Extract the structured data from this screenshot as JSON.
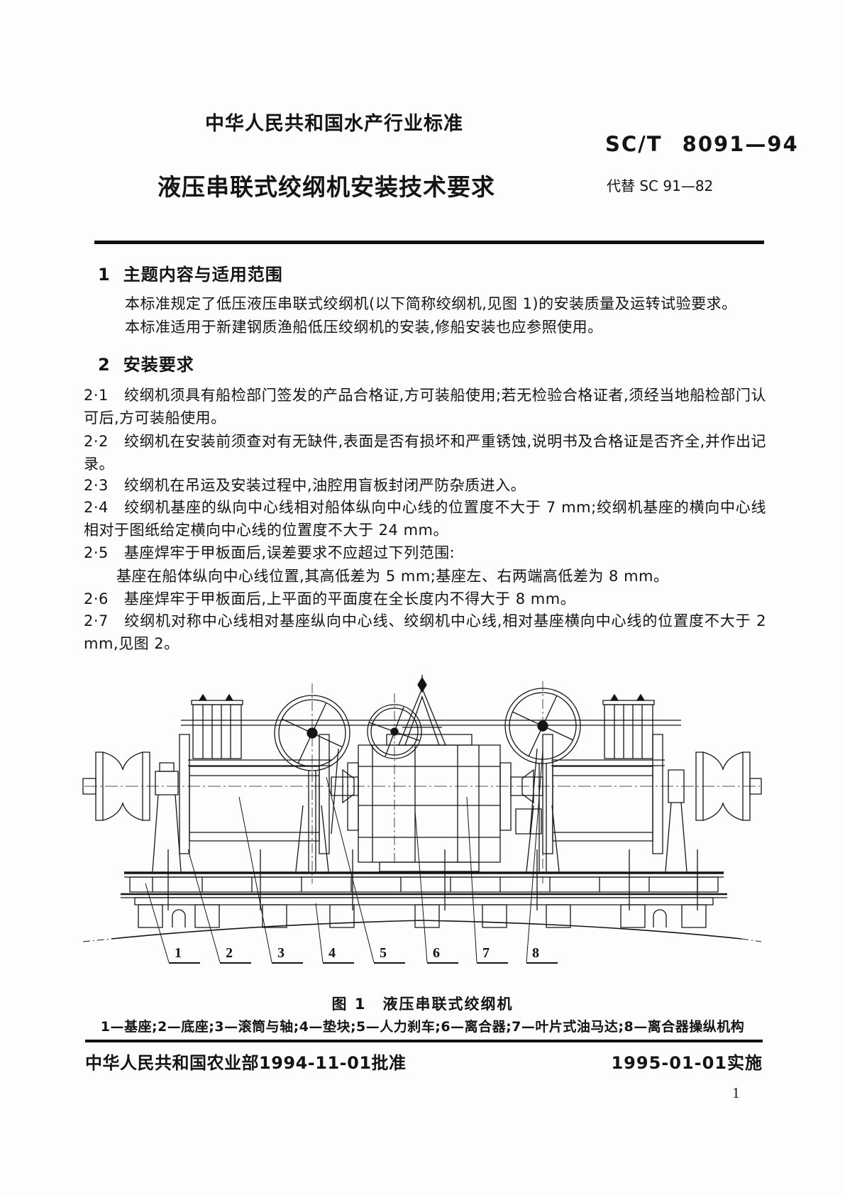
{
  "header": {
    "org_line": "中华人民共和国水产行业标准",
    "code": "SC/T 8091—94",
    "title": "液压串联式绞纲机安装技术要求",
    "replaces": "代替 SC 91—82"
  },
  "section1": {
    "no": "1",
    "heading": "主题内容与适用范围",
    "para1": "本标准规定了低压液压串联式绞纲机(以下简称绞纲机,见图 1)的安装质量及运转试验要求。",
    "para2": "本标准适用于新建钢质渔船低压绞纲机的安装,修船安装也应参照使用。"
  },
  "section2": {
    "no": "2",
    "heading": "安装要求",
    "items": [
      {
        "no": "2·1",
        "text": "绞纲机须具有船检部门签发的产品合格证,方可装船使用;若无检验合格证者,须经当地船检部门认可后,方可装船使用。"
      },
      {
        "no": "2·2",
        "text": "绞纲机在安装前须查对有无缺件,表面是否有损坏和严重锈蚀,说明书及合格证是否齐全,并作出记录。"
      },
      {
        "no": "2·3",
        "text": "绞纲机在吊运及安装过程中,油腔用盲板封闭严防杂质进入。"
      },
      {
        "no": "2·4",
        "text": "绞纲机基座的纵向中心线相对船体纵向中心线的位置度不大于 7 mm;绞纲机基座的横向中心线相对于图纸给定横向中心线的位置度不大于 24 mm。"
      },
      {
        "no": "2·5",
        "text": "基座焊牢于甲板面后,误差要求不应超过下列范围:",
        "sub": "基座在船体纵向中心线位置,其高低差为 5 mm;基座左、右两端高低差为 8 mm。"
      },
      {
        "no": "2·6",
        "text": "基座焊牢于甲板面后,上平面的平面度在全长度内不得大于 8 mm。"
      },
      {
        "no": "2·7",
        "text": "绞纲机对称中心线相对基座纵向中心线、绞纲机中心线,相对基座横向中心线的位置度不大于 2 mm,见图 2。"
      }
    ]
  },
  "figure": {
    "caption": "图 1　液压串联式绞纲机",
    "legend": "1—基座;2—底座;3—滚筒与轴;4—垫块;5—人力刹车;6—离合器;7—叶片式油马达;8—离合器操纵机构",
    "part_numbers": [
      "1",
      "2",
      "3",
      "4",
      "5",
      "6",
      "7",
      "8"
    ]
  },
  "footer": {
    "approved": "中华人民共和国农业部1994-11-01批准",
    "effective": "1995-01-01实施",
    "page_number": "1"
  }
}
